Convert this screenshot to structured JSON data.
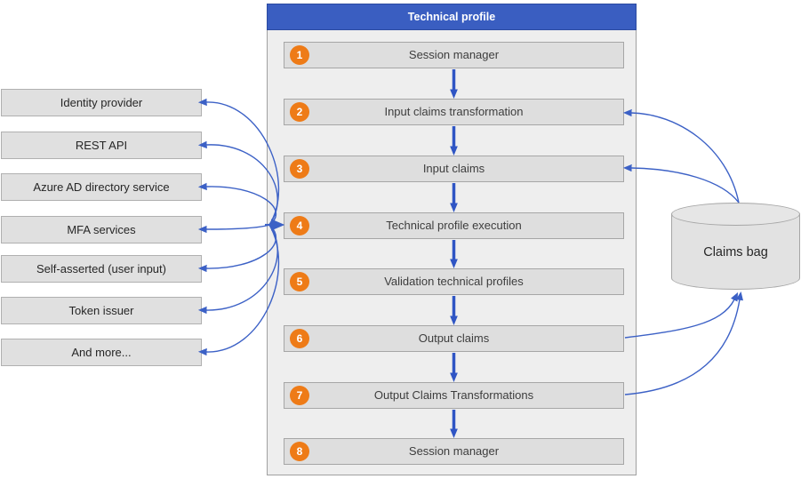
{
  "diagram": {
    "title": "Technical profile",
    "steps": [
      {
        "num": "1",
        "label": "Session manager"
      },
      {
        "num": "2",
        "label": "Input claims transformation"
      },
      {
        "num": "3",
        "label": "Input claims"
      },
      {
        "num": "4",
        "label": "Technical profile execution"
      },
      {
        "num": "5",
        "label": "Validation technical profiles"
      },
      {
        "num": "6",
        "label": "Output claims"
      },
      {
        "num": "7",
        "label": "Output Claims Transformations"
      },
      {
        "num": "8",
        "label": "Session manager"
      }
    ],
    "left_items": [
      {
        "label": "Identity provider"
      },
      {
        "label": "REST API"
      },
      {
        "label": "Azure AD directory service"
      },
      {
        "label": "MFA services"
      },
      {
        "label": "Self-asserted (user input)"
      },
      {
        "label": "Token issuer"
      },
      {
        "label": "And more..."
      }
    ],
    "claims_bag": {
      "label": "Claims bag"
    },
    "colors": {
      "header_blue": "#3a5ec1",
      "header_border": "#2c4ba1",
      "connector_blue": "#3c61c6",
      "flow_arrow_blue": "#2f55c4",
      "badge_orange": "#ee7b17",
      "box_fill": "#dedede",
      "box_border": "#a6a6a6",
      "panel_fill": "#eeeeee"
    }
  }
}
